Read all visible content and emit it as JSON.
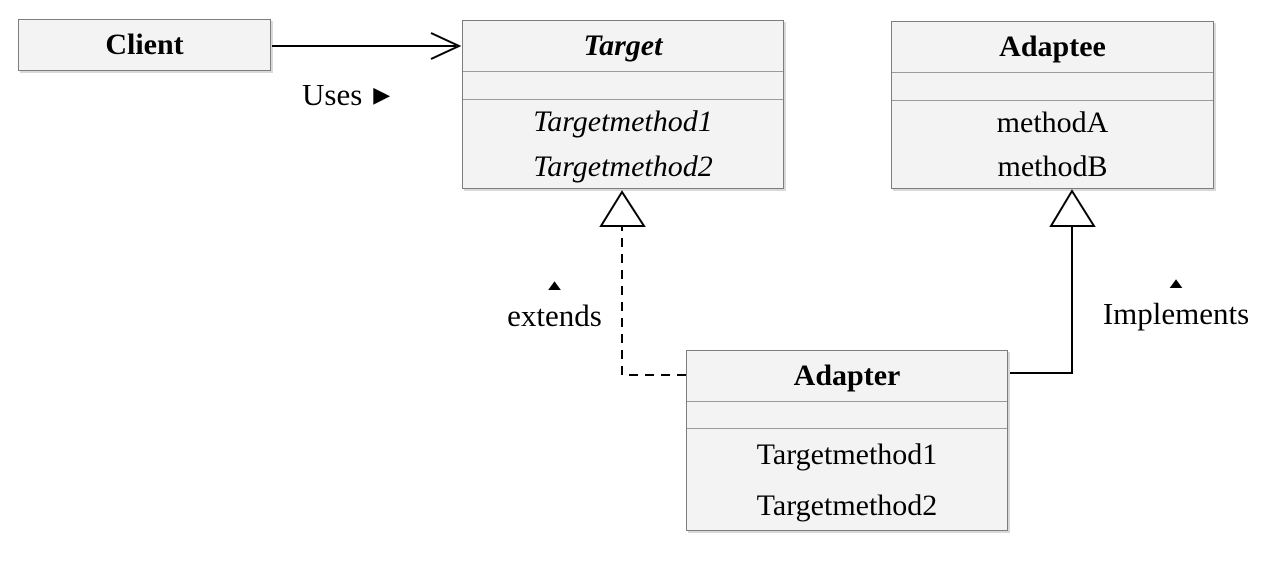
{
  "classes": {
    "client": {
      "name": "Client"
    },
    "target": {
      "name": "Target",
      "methods": [
        "Targetmethod1",
        "Targetmethod2"
      ]
    },
    "adaptee": {
      "name": "Adaptee",
      "methods": [
        "methodA",
        "methodB"
      ]
    },
    "adapter": {
      "name": "Adapter",
      "methods": [
        "Targetmethod1",
        "Targetmethod2"
      ]
    }
  },
  "labels": {
    "uses": "Uses",
    "uses_icon": "▶",
    "extends": "extends",
    "extends_icon": "▲",
    "implements": "Implements",
    "implements_icon": "▲"
  },
  "colors": {
    "background": "#ffffff",
    "box_fill": "#f3f3f3",
    "box_border": "#7d7d7d",
    "divider": "#9b9b9b",
    "line": "#000000",
    "text": "#000000"
  }
}
